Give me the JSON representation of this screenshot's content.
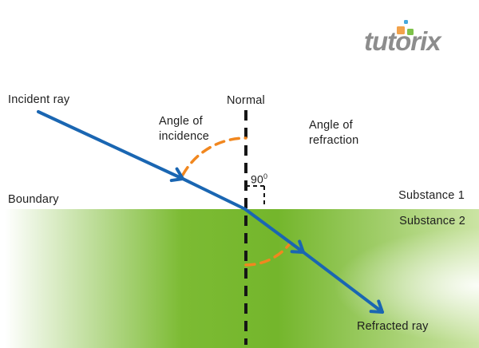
{
  "logo": {
    "text": "tutorix",
    "squares": [
      "orange-square",
      "green-square",
      "blue-square"
    ]
  },
  "diagram": {
    "labels": {
      "incident_ray": "Incident ray",
      "normal": "Normal",
      "angle_of_incidence": "Angle of incidence",
      "angle_of_refraction": "Angle of refraction",
      "right_angle_value": "90",
      "right_angle_sup": "0",
      "boundary": "Boundary",
      "substance_1": "Substance 1",
      "substance_2": "Substance 2",
      "refracted_ray": "Refracted ray"
    }
  },
  "colors": {
    "ray_blue": "#1a66b2",
    "arc_orange": "#f1871f",
    "line_black": "#161616",
    "text_dark": "#1e1e1e",
    "green_core": "#74b62c",
    "green_light": "#cbe4a4",
    "logo_gray": "#8d8d8d",
    "logo_orange": "#f2a24b",
    "logo_green": "#7ec24a",
    "logo_blue": "#45a8dd"
  }
}
